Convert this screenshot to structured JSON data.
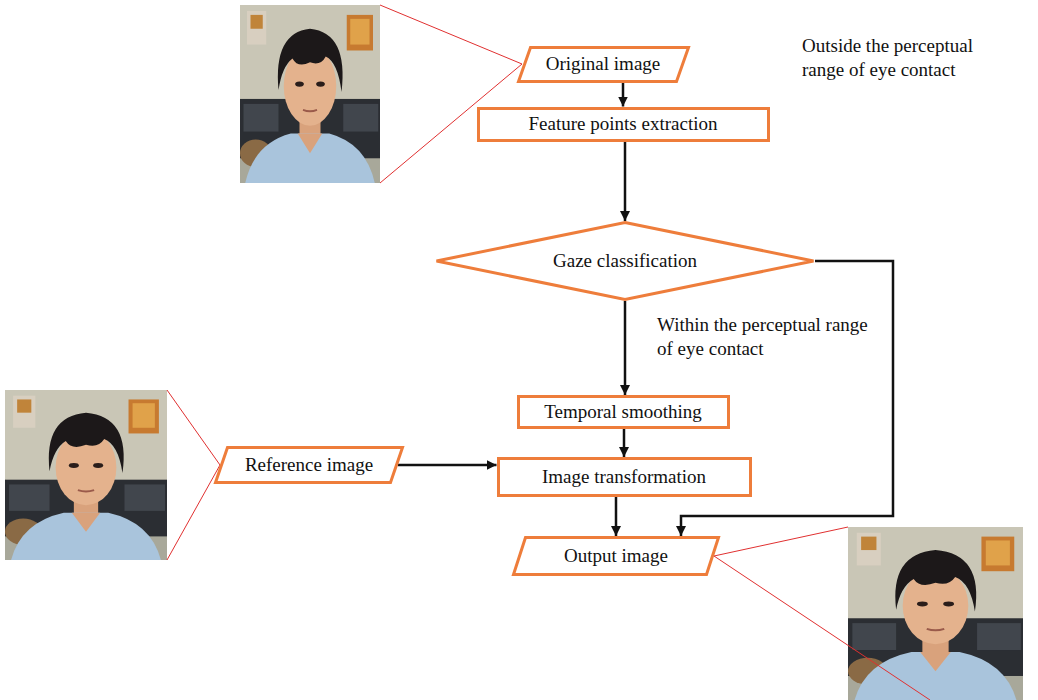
{
  "diagram": {
    "nodes": [
      {
        "text": [
          "Original image"
        ]
      },
      {
        "text": [
          "Feature points extraction"
        ]
      },
      {
        "text": [
          "Gaze classification"
        ]
      },
      {
        "text": [
          "Temporal smoothing"
        ]
      },
      {
        "text": [
          "Reference image"
        ]
      },
      {
        "text": [
          "Image transformation"
        ]
      },
      {
        "text": [
          "Output image"
        ]
      }
    ],
    "edges": [
      {
        "from": 0,
        "to": 1,
        "arrow": "to"
      },
      {
        "from": 1,
        "to": 2,
        "arrow": "to"
      },
      {
        "from": 2,
        "to": 3,
        "label": "Within the perceptual range of eye contact",
        "arrow": "to"
      },
      {
        "from": 2,
        "to": 6,
        "label": "Outside the perceptual range of eye contact",
        "arrow": "to"
      },
      {
        "from": 3,
        "to": 5,
        "arrow": "to"
      },
      {
        "from": 4,
        "to": 5,
        "arrow": "to"
      },
      {
        "from": 5,
        "to": 6,
        "arrow": "to"
      }
    ]
  }
}
